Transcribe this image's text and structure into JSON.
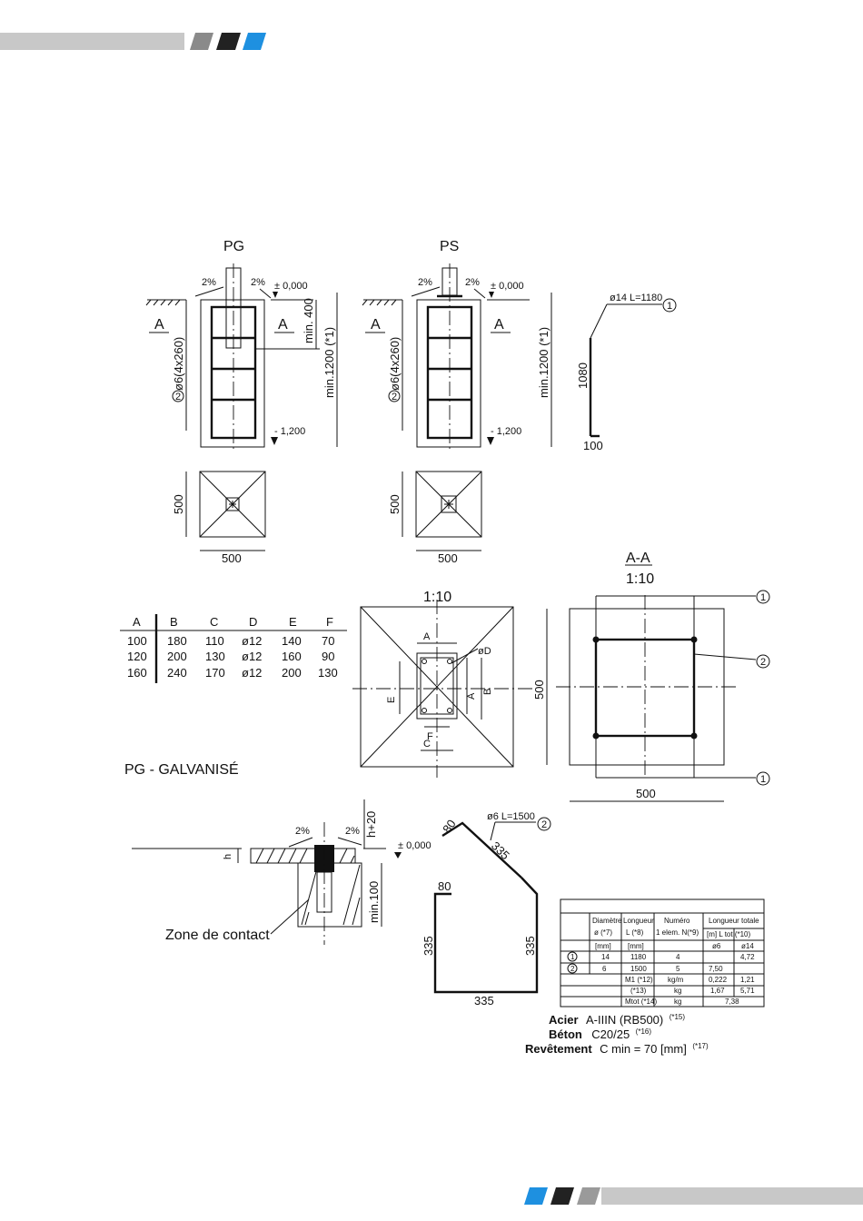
{
  "views": {
    "pg_title": "PG",
    "ps_title": "PS",
    "slope": "2%",
    "level_top": "± 0,000",
    "level_bottom": "- 1,200",
    "section_mark": "A",
    "stirrups": "ø6(4x260)",
    "min400": "min. 400",
    "min1200": "min.1200 (*1)",
    "dim500": "500",
    "bar_label": "ø14  L=1180",
    "bar_len": "1080",
    "bar_foot": "100",
    "marker1": "1",
    "marker2": "2"
  },
  "plate_table": {
    "headers": [
      "A",
      "B",
      "C",
      "D",
      "E",
      "F"
    ],
    "rows": [
      [
        "100",
        "180",
        "110",
        "ø12",
        "140",
        "70"
      ],
      [
        "120",
        "200",
        "130",
        "ø12",
        "160",
        "90"
      ],
      [
        "160",
        "240",
        "170",
        "ø12",
        "200",
        "130"
      ]
    ]
  },
  "plan": {
    "scale": "1:10",
    "labels": [
      "A",
      "B",
      "C",
      "øD",
      "E",
      "F"
    ]
  },
  "section": {
    "title": "A-A",
    "scale": "1:10"
  },
  "galva": {
    "title": "PG - GALVANISÉ",
    "h": "h",
    "h20": "h+20",
    "min100": "min.100",
    "zone": "Zone de contact"
  },
  "shape": {
    "label": "ø6  L=1500",
    "d80a": "80",
    "d335a": "335",
    "d80b": "80",
    "d335b": "335",
    "d335c": "335",
    "d335d": "335"
  },
  "bbs": {
    "headers": [
      [
        "Diamètre",
        "ø (*7)"
      ],
      [
        "Longueur",
        "L (*8)"
      ],
      [
        "Numéro",
        "1 elem. N(*9)"
      ],
      [
        "Longueur totale",
        "[m] L tot (*10)"
      ]
    ],
    "units": [
      "[mm]",
      "[mm]",
      "ø6",
      "ø14"
    ],
    "rows": [
      [
        "1",
        "14",
        "1180",
        "4",
        "",
        "4,72"
      ],
      [
        "2",
        "6",
        "1500",
        "5",
        "7,50",
        ""
      ]
    ],
    "m1": [
      "M1 (*12)",
      "kg/m",
      "0,222",
      "1,21"
    ],
    "m2": [
      "(*13)",
      "kg",
      "1,67",
      "5,71"
    ],
    "m3": [
      "Mtot (*14)",
      "kg",
      "7,38"
    ]
  },
  "notes": {
    "steel_label": "Acier",
    "steel_value": "A-IIIN (RB500)",
    "steel_ref": "(*15)",
    "concrete_label": "Béton",
    "concrete_value": "C20/25",
    "concrete_ref": "(*16)",
    "cover_label": "Revêtement",
    "cover_value": "C min = 70 [mm]",
    "cover_ref": "(*17)"
  },
  "colors": {
    "band_gray": "#c8c8c8",
    "dark": "#2a2a2a",
    "blue": "#1e90e0"
  }
}
